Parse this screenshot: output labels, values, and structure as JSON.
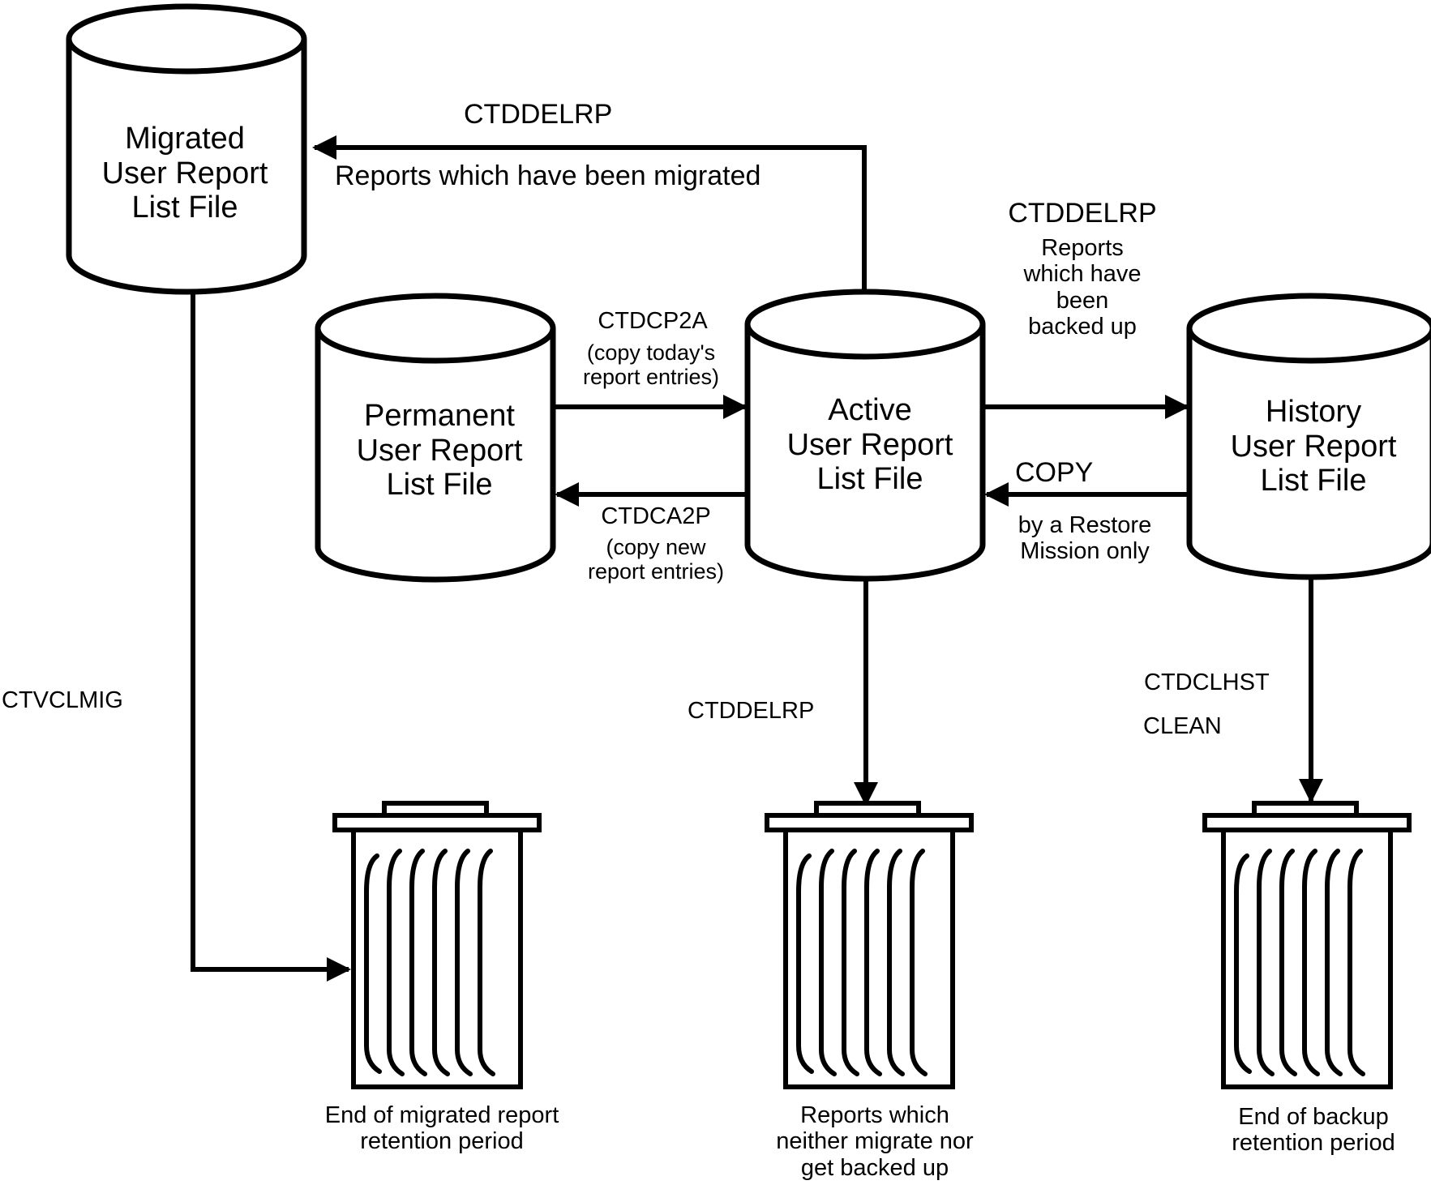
{
  "stores": {
    "migrated": {
      "name": [
        "Migrated",
        "User Report",
        "List File"
      ]
    },
    "permanent": {
      "name": [
        "Permanent",
        "User Report",
        "List File"
      ]
    },
    "active": {
      "name": [
        "Active",
        "User Report",
        "List File"
      ]
    },
    "history": {
      "name": [
        "History",
        "User Report",
        "List File"
      ]
    }
  },
  "flows": {
    "active_to_migrated": {
      "program": "CTDDELRP",
      "note": "Reports which have been migrated"
    },
    "active_to_history": {
      "program": "CTDDELRP",
      "note": [
        "Reports",
        "which have",
        "been",
        "backed up"
      ]
    },
    "history_to_active": {
      "program": "COPY",
      "note": [
        "by a Restore",
        "Mission only"
      ]
    },
    "permanent_to_active": {
      "program": "CTDCP2A",
      "note": [
        "(copy today's",
        "report entries)"
      ]
    },
    "active_to_permanent": {
      "program": "CTDCA2P",
      "note": [
        "(copy new",
        "report entries)"
      ]
    },
    "migrated_to_bin": {
      "program": "CTVCLMIG"
    },
    "active_to_bin": {
      "program": "CTDDELRP"
    },
    "history_to_bin": {
      "programs": [
        "CTDCLHST",
        "CLEAN"
      ]
    }
  },
  "bins": {
    "migrated": {
      "caption": [
        "End of migrated report",
        "retention period"
      ]
    },
    "active": {
      "caption": [
        "Reports which",
        "neither migrate nor",
        "get backed up"
      ]
    },
    "history": {
      "caption": [
        "End of backup",
        "retention period"
      ]
    }
  }
}
